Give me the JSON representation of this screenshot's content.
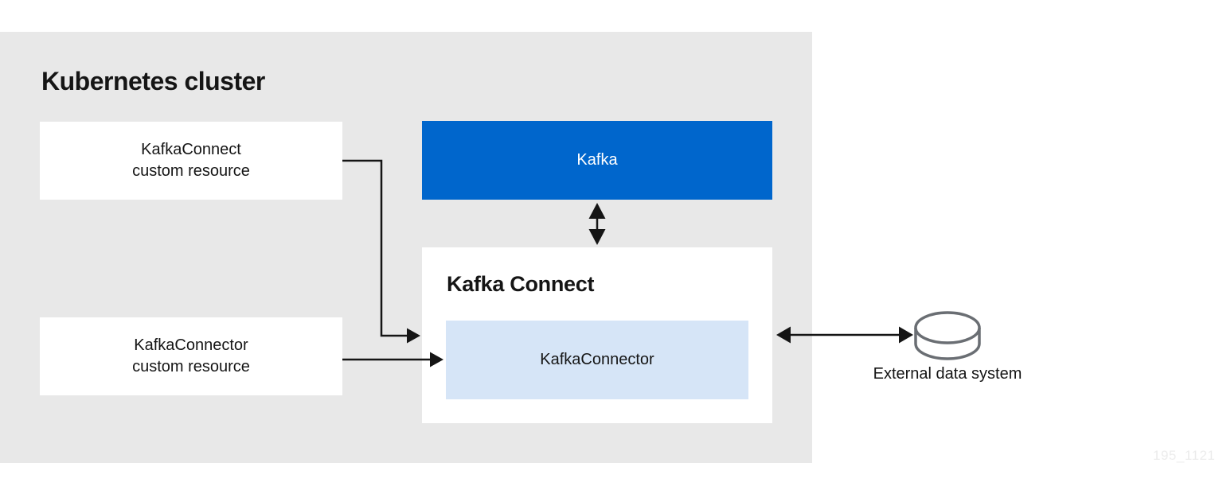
{
  "cluster": {
    "title": "Kubernetes cluster"
  },
  "nodes": {
    "kafka_connect_cr": {
      "lines": [
        "KafkaConnect",
        "custom resource"
      ]
    },
    "kafka_connector_cr": {
      "lines": [
        "KafkaConnector",
        "custom resource"
      ]
    },
    "kafka": {
      "label": "Kafka"
    },
    "kafka_connect": {
      "title": "Kafka Connect"
    },
    "kafka_connector": {
      "label": "KafkaConnector"
    }
  },
  "external_system": {
    "label": "External data system",
    "icon": "database-cylinder-icon"
  },
  "connections": [
    {
      "from": "kafka_connect_cr",
      "to": "kafka_connect",
      "type": "one-way-elbow"
    },
    {
      "from": "kafka_connector_cr",
      "to": "kafka_connector",
      "type": "one-way-straight"
    },
    {
      "from": "kafka",
      "to": "kafka_connect",
      "type": "bidirectional-vertical"
    },
    {
      "from": "kafka_connect",
      "to": "external_system",
      "type": "bidirectional-horizontal"
    }
  ],
  "watermark": "195_1121",
  "colors": {
    "background": "#ffffff",
    "cluster_bg": "#e8e8e8",
    "kafka_blue": "#0066cc",
    "connector_light_blue": "#d6e5f7",
    "text_dark": "#151515",
    "arrow": "#151515",
    "cylinder_stroke": "#6a6e73",
    "watermark": "#ececec"
  }
}
